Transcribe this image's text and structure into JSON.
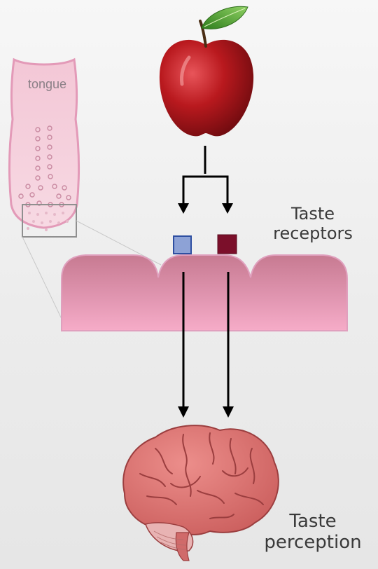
{
  "labels": {
    "tongue": "tongue",
    "taste_receptors_line1": "Taste",
    "taste_receptors_line2": "receptors",
    "taste_perception_line1": "Taste",
    "taste_perception_line2": "perception"
  },
  "colors": {
    "background": "#ededed",
    "tongue_fill": "#f2cbd8",
    "tongue_outline": "#e39ab8",
    "papillae": "#c98aa1",
    "apple_red": "#b51c1f",
    "leaf_green": "#3f9b2a",
    "tissue_top": "#c9758e",
    "tissue_bottom": "#f2a8c4",
    "receptor_blue": "#8da2d6",
    "receptor_blue_border": "#2e4fa1",
    "receptor_dark_red": "#7b0f2a",
    "brain_fill": "#d9716f",
    "brain_outline": "#9b3e3f",
    "arrow": "#000000"
  },
  "icons": [
    "apple-icon",
    "tongue-icon",
    "brain-icon",
    "receptor-square-icon",
    "arrow-icon"
  ]
}
